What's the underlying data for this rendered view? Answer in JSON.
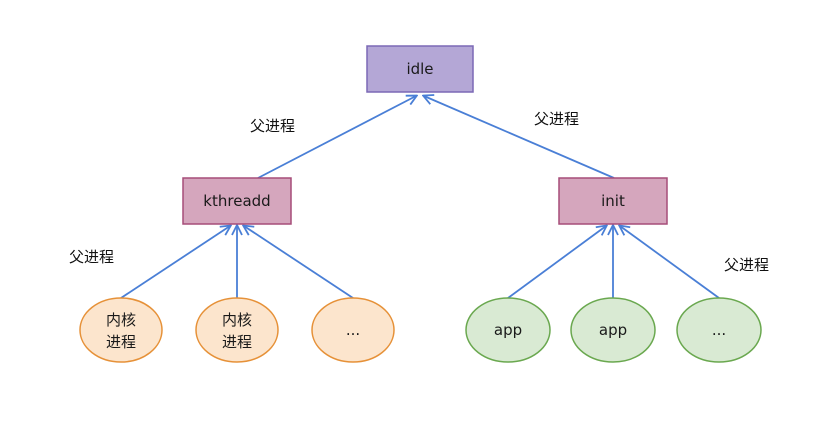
{
  "diagram": {
    "colors": {
      "edge": "#4a7fd6",
      "root_fill": "#b4a7d6",
      "root_stroke": "#7b69b5",
      "mid_fill": "#d5a6bd",
      "mid_stroke": "#a64d79",
      "kernel_fill": "#fce5cd",
      "kernel_stroke": "#e69138",
      "user_fill": "#d9ead3",
      "user_stroke": "#6aa84f"
    },
    "nodes": {
      "idle": {
        "label": "idle"
      },
      "kthreadd": {
        "label": "kthreadd"
      },
      "init": {
        "label": "init"
      },
      "kernel_1": {
        "lines": [
          "内核",
          "进程"
        ]
      },
      "kernel_2": {
        "lines": [
          "内核",
          "进程"
        ]
      },
      "kernel_more": {
        "label": "..."
      },
      "app_1": {
        "label": "app"
      },
      "app_2": {
        "label": "app"
      },
      "app_more": {
        "label": "..."
      }
    },
    "edges": [
      {
        "from": "kthreadd",
        "to": "idle"
      },
      {
        "from": "init",
        "to": "idle"
      },
      {
        "from": "kernel_1",
        "to": "kthreadd"
      },
      {
        "from": "kernel_2",
        "to": "kthreadd"
      },
      {
        "from": "kernel_more",
        "to": "kthreadd"
      },
      {
        "from": "app_1",
        "to": "init"
      },
      {
        "from": "app_2",
        "to": "init"
      },
      {
        "from": "app_more",
        "to": "init"
      }
    ],
    "edge_labels": {
      "left_top": "父进程",
      "right_top": "父进程",
      "left_bottom": "父进程",
      "right_bottom": "父进程"
    }
  }
}
